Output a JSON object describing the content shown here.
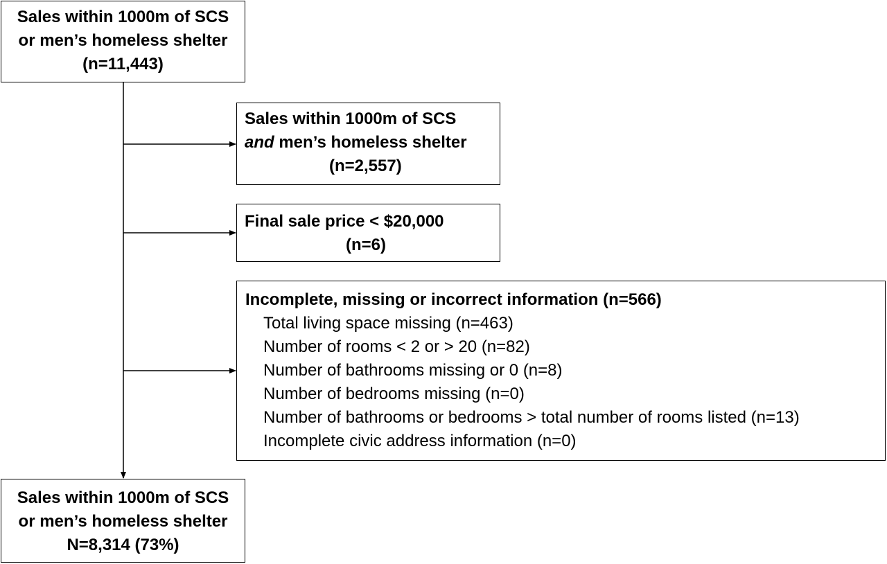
{
  "boxes": {
    "total": {
      "line1": "Sales within 1000m of SCS",
      "line2": "or men’s homeless shelter",
      "line3": "(n=11,443)"
    },
    "both": {
      "line1": "Sales within 1000m of SCS",
      "line2_italic": "and",
      "line2_rest": " men’s homeless shelter",
      "line3": "(n=2,557)"
    },
    "price": {
      "line1": "Final sale price < $20,000",
      "line2": "(n=6)"
    },
    "incomplete": {
      "heading": "Incomplete, missing or incorrect information (n=566)",
      "items": [
        "Total living space missing (n=463)",
        "Number of rooms < 2 or > 20 (n=82)",
        "Number of bathrooms missing or 0 (n=8)",
        "Number of bedrooms missing (n=0)",
        "Number of bathrooms or bedrooms > total number of rooms listed (n=13)",
        "Incomplete civic address information (n=0)"
      ]
    },
    "final": {
      "line1": "Sales within 1000m of SCS",
      "line2": "or men’s homeless shelter",
      "line3": "N=8,314 (73%)"
    }
  }
}
